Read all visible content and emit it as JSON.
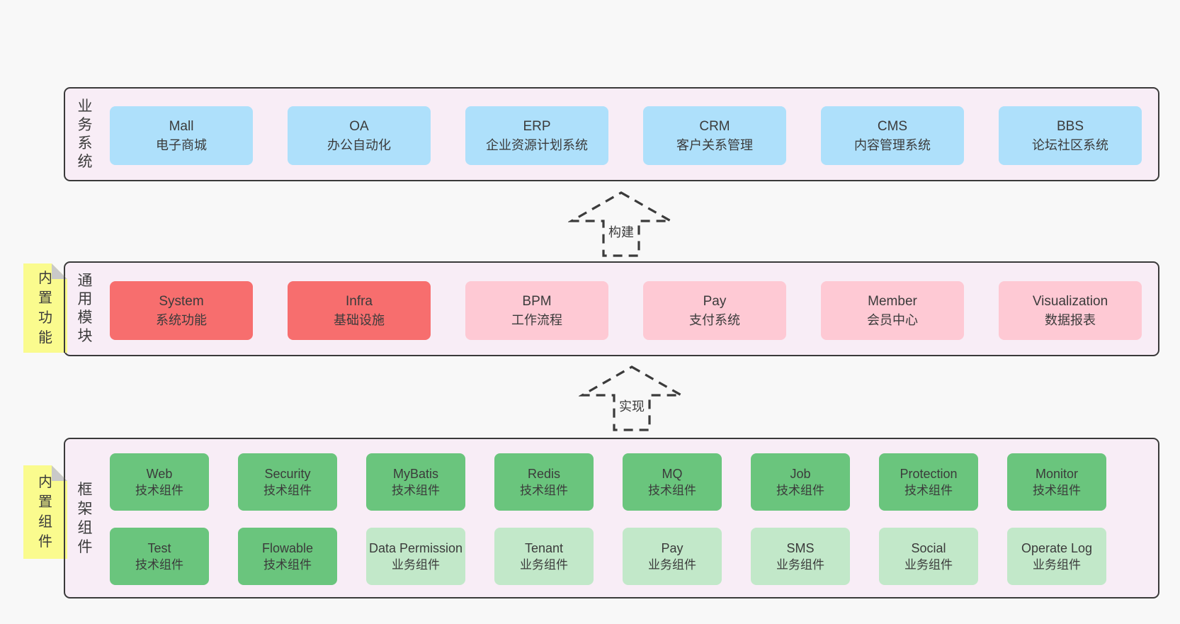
{
  "colors": {
    "page_bg": "#f8f8f8",
    "panel_bg": "#f8edf6",
    "panel_border": "#3a3a3a",
    "text": "#3b3b3b",
    "box_blue": "#aee0fb",
    "box_red": "#f76e6e",
    "box_pink": "#fec9d4",
    "box_green": "#6ac57d",
    "box_light_green": "#c2e8c9",
    "note_yellow": "#fafb8e",
    "note_fold_gray": "#c9c9c9"
  },
  "sections": [
    {
      "label": "业务系统",
      "boxes": [
        {
          "title": "Mall",
          "subtitle": "电子商城"
        },
        {
          "title": "OA",
          "subtitle": "办公自动化"
        },
        {
          "title": "ERP",
          "subtitle": "企业资源计划系统"
        },
        {
          "title": "CRM",
          "subtitle": "客户关系管理"
        },
        {
          "title": "CMS",
          "subtitle": "内容管理系统"
        },
        {
          "title": "BBS",
          "subtitle": "论坛社区系统"
        }
      ]
    },
    {
      "label": "通用模块",
      "note": "内置功能",
      "boxes": [
        {
          "title": "System",
          "subtitle": "系统功能"
        },
        {
          "title": "Infra",
          "subtitle": "基础设施"
        },
        {
          "title": "BPM",
          "subtitle": "工作流程"
        },
        {
          "title": "Pay",
          "subtitle": "支付系统"
        },
        {
          "title": "Member",
          "subtitle": "会员中心"
        },
        {
          "title": "Visualization",
          "subtitle": "数据报表"
        }
      ]
    },
    {
      "label": "框架组件",
      "note": "内置组件",
      "rows": [
        [
          {
            "title": "Web",
            "subtitle": "技术组件"
          },
          {
            "title": "Security",
            "subtitle": "技术组件"
          },
          {
            "title": "MyBatis",
            "subtitle": "技术组件"
          },
          {
            "title": "Redis",
            "subtitle": "技术组件"
          },
          {
            "title": "MQ",
            "subtitle": "技术组件"
          },
          {
            "title": "Job",
            "subtitle": "技术组件"
          },
          {
            "title": "Protection",
            "subtitle": "技术组件"
          },
          {
            "title": "Monitor",
            "subtitle": "技术组件"
          }
        ],
        [
          {
            "title": "Test",
            "subtitle": "技术组件"
          },
          {
            "title": "Flowable",
            "subtitle": "技术组件"
          },
          {
            "title": "Data Permission",
            "subtitle": "业务组件"
          },
          {
            "title": "Tenant",
            "subtitle": "业务组件"
          },
          {
            "title": "Pay",
            "subtitle": "业务组件"
          },
          {
            "title": "SMS",
            "subtitle": "业务组件"
          },
          {
            "title": "Social",
            "subtitle": "业务组件"
          },
          {
            "title": "Operate Log",
            "subtitle": "业务组件"
          }
        ]
      ]
    }
  ],
  "arrows": [
    {
      "label": "构建"
    },
    {
      "label": "实现"
    }
  ]
}
